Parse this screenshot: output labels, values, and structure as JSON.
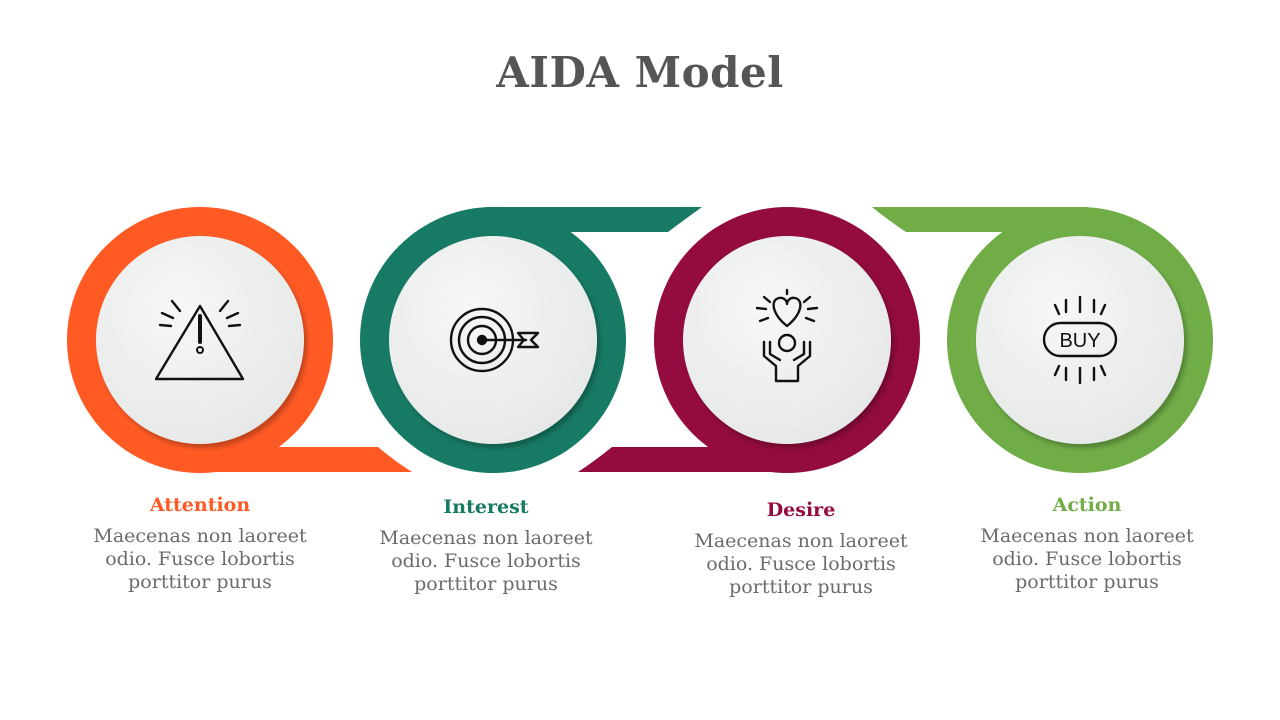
{
  "title": "AIDA Model",
  "stages": [
    {
      "label": "Attention",
      "description": "Maecenas non laoreet odio. Fusce lobortis porttitor purus",
      "color": "#ff5a24",
      "icon": "warning-icon"
    },
    {
      "label": "Interest",
      "description": "Maecenas non laoreet odio. Fusce lobortis porttitor purus",
      "color": "#177a64",
      "icon": "target-icon"
    },
    {
      "label": "Desire",
      "description": "Maecenas non laoreet odio. Fusce lobortis porttitor purus",
      "color": "#930b3f",
      "icon": "heart-hands-icon"
    },
    {
      "label": "Action",
      "description": "Maecenas non laoreet odio. Fusce lobortis porttitor purus",
      "color": "#70ad47",
      "icon": "buy-icon",
      "icon_text": "BUY"
    }
  ]
}
